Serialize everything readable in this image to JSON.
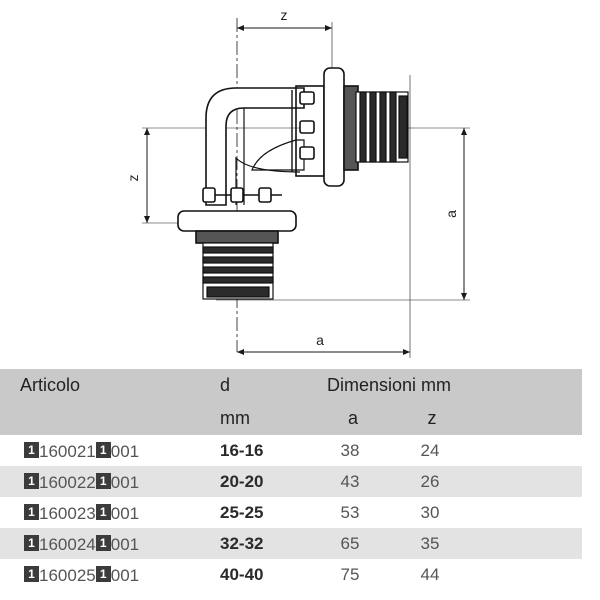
{
  "drawing": {
    "dim_top": "z",
    "dim_left": "z",
    "dim_right": "a",
    "dim_bottom": "a"
  },
  "table": {
    "headers": {
      "article": "Articolo",
      "d": "d",
      "dimensions": "Dimensioni mm",
      "d_unit": "mm",
      "a": "a",
      "z": "z"
    },
    "rows": [
      {
        "box1": "1",
        "code_mid": "160021",
        "box2": "1",
        "code_end": "001",
        "size": "16-16",
        "a": "38",
        "z": "24"
      },
      {
        "box1": "1",
        "code_mid": "160022",
        "box2": "1",
        "code_end": "001",
        "size": "20-20",
        "a": "43",
        "z": "26"
      },
      {
        "box1": "1",
        "code_mid": "160023",
        "box2": "1",
        "code_end": "001",
        "size": "25-25",
        "a": "53",
        "z": "30"
      },
      {
        "box1": "1",
        "code_mid": "160024",
        "box2": "1",
        "code_end": "001",
        "size": "32-32",
        "a": "65",
        "z": "35"
      },
      {
        "box1": "1",
        "code_mid": "160025",
        "box2": "1",
        "code_end": "001",
        "size": "40-40",
        "a": "75",
        "z": "44"
      }
    ]
  }
}
